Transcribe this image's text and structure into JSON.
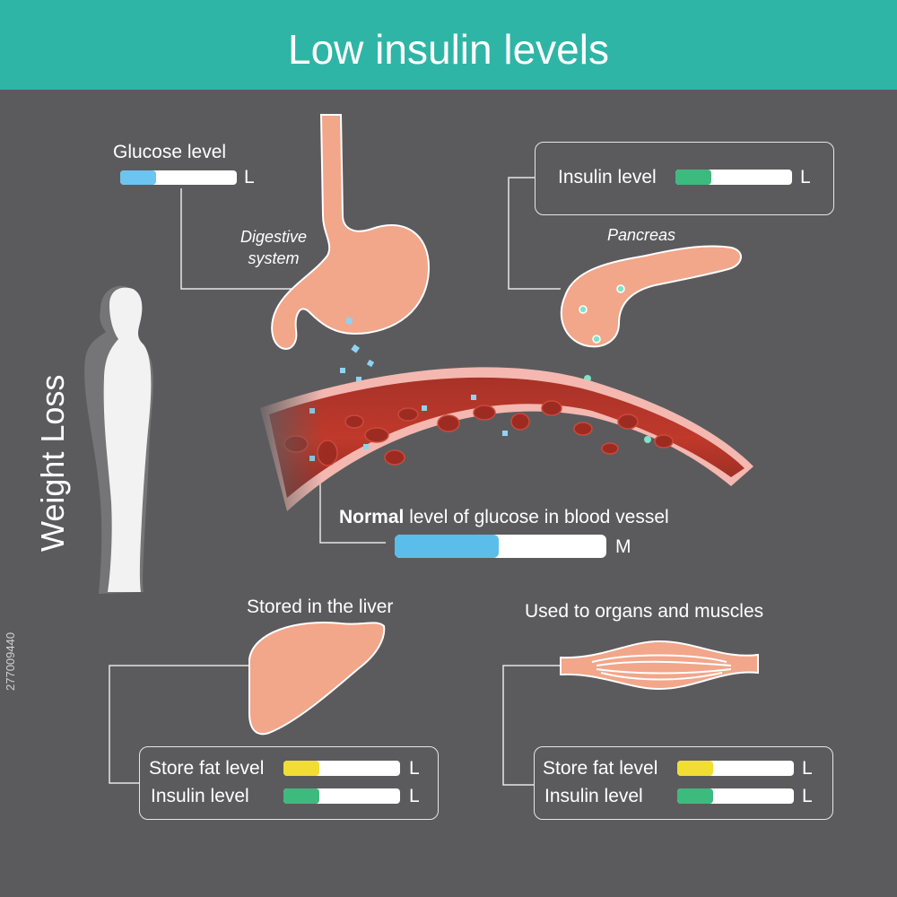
{
  "title": "Low insulin levels",
  "side_label": "Weight Loss",
  "stock_id": "277009440",
  "glucose": {
    "label": "Glucose level",
    "level": "L",
    "fill": 0.31,
    "color": "#6cc4f0"
  },
  "digestive": {
    "line1": "Digestive",
    "line2": "system"
  },
  "pancreas_box": {
    "label": "Insulin level",
    "level": "L",
    "fill": 0.31,
    "color": "#3dba7d"
  },
  "pancreas": {
    "label": "Pancreas"
  },
  "blood": {
    "bold": "Normal",
    "rest": " level of glucose in blood vessel",
    "level": "M",
    "fill": 0.49,
    "color": "#5bbdea"
  },
  "liver": {
    "title": "Stored in the liver",
    "fat": {
      "label": "Store fat level",
      "level": "L",
      "fill": 0.31,
      "color": "#f2de32"
    },
    "insulin": {
      "label": "Insulin level",
      "level": "L",
      "fill": 0.31,
      "color": "#3dba7d"
    }
  },
  "muscle": {
    "title": "Used to organs and muscles",
    "fat": {
      "label": "Store fat level",
      "level": "L",
      "fill": 0.31,
      "color": "#f2de32"
    },
    "insulin": {
      "label": "Insulin level",
      "level": "L",
      "fill": 0.31,
      "color": "#3dba7d"
    }
  }
}
